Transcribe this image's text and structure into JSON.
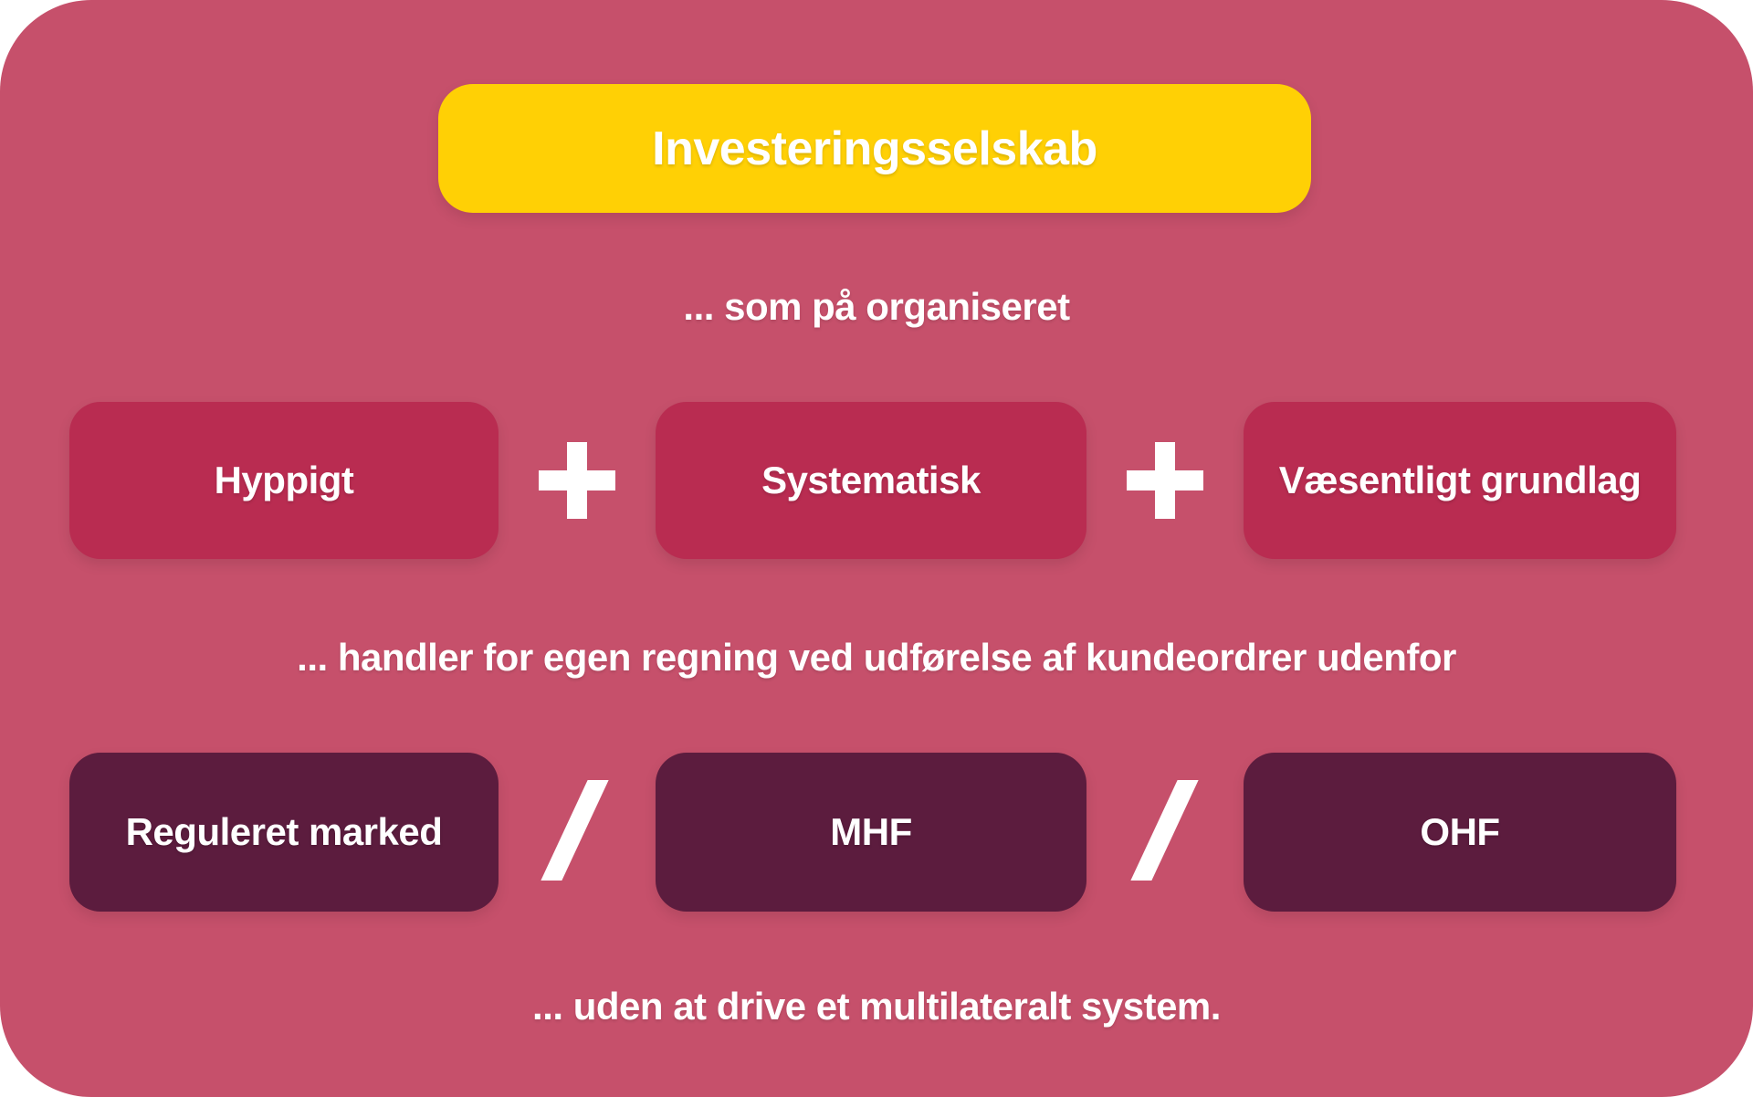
{
  "colors": {
    "canvas_bg": "#C6506B",
    "title_bg": "#FFD005",
    "criteria_box_bg": "#B92C51",
    "venue_box_bg": "#5C1C3E",
    "text_color": "#FFFFFF"
  },
  "title": {
    "label": "Investeringsselskab"
  },
  "flow": {
    "intro_line": "... som på organiseret",
    "criteria": {
      "items": [
        {
          "label": "Hyppigt"
        },
        {
          "label": "Systematisk"
        },
        {
          "label": "Væsentligt grundlag"
        }
      ],
      "separator": {
        "icon": "plus-icon",
        "glyph": "+"
      }
    },
    "middle_line": "... handler for egen regning ved udførelse af kundeordrer udenfor",
    "venues": {
      "items": [
        {
          "label": "Reguleret marked"
        },
        {
          "label": "MHF"
        },
        {
          "label": "OHF"
        }
      ],
      "separator": {
        "icon": "slash-icon",
        "glyph": "/"
      }
    },
    "closing_line": "... uden at drive et multilateralt system."
  }
}
